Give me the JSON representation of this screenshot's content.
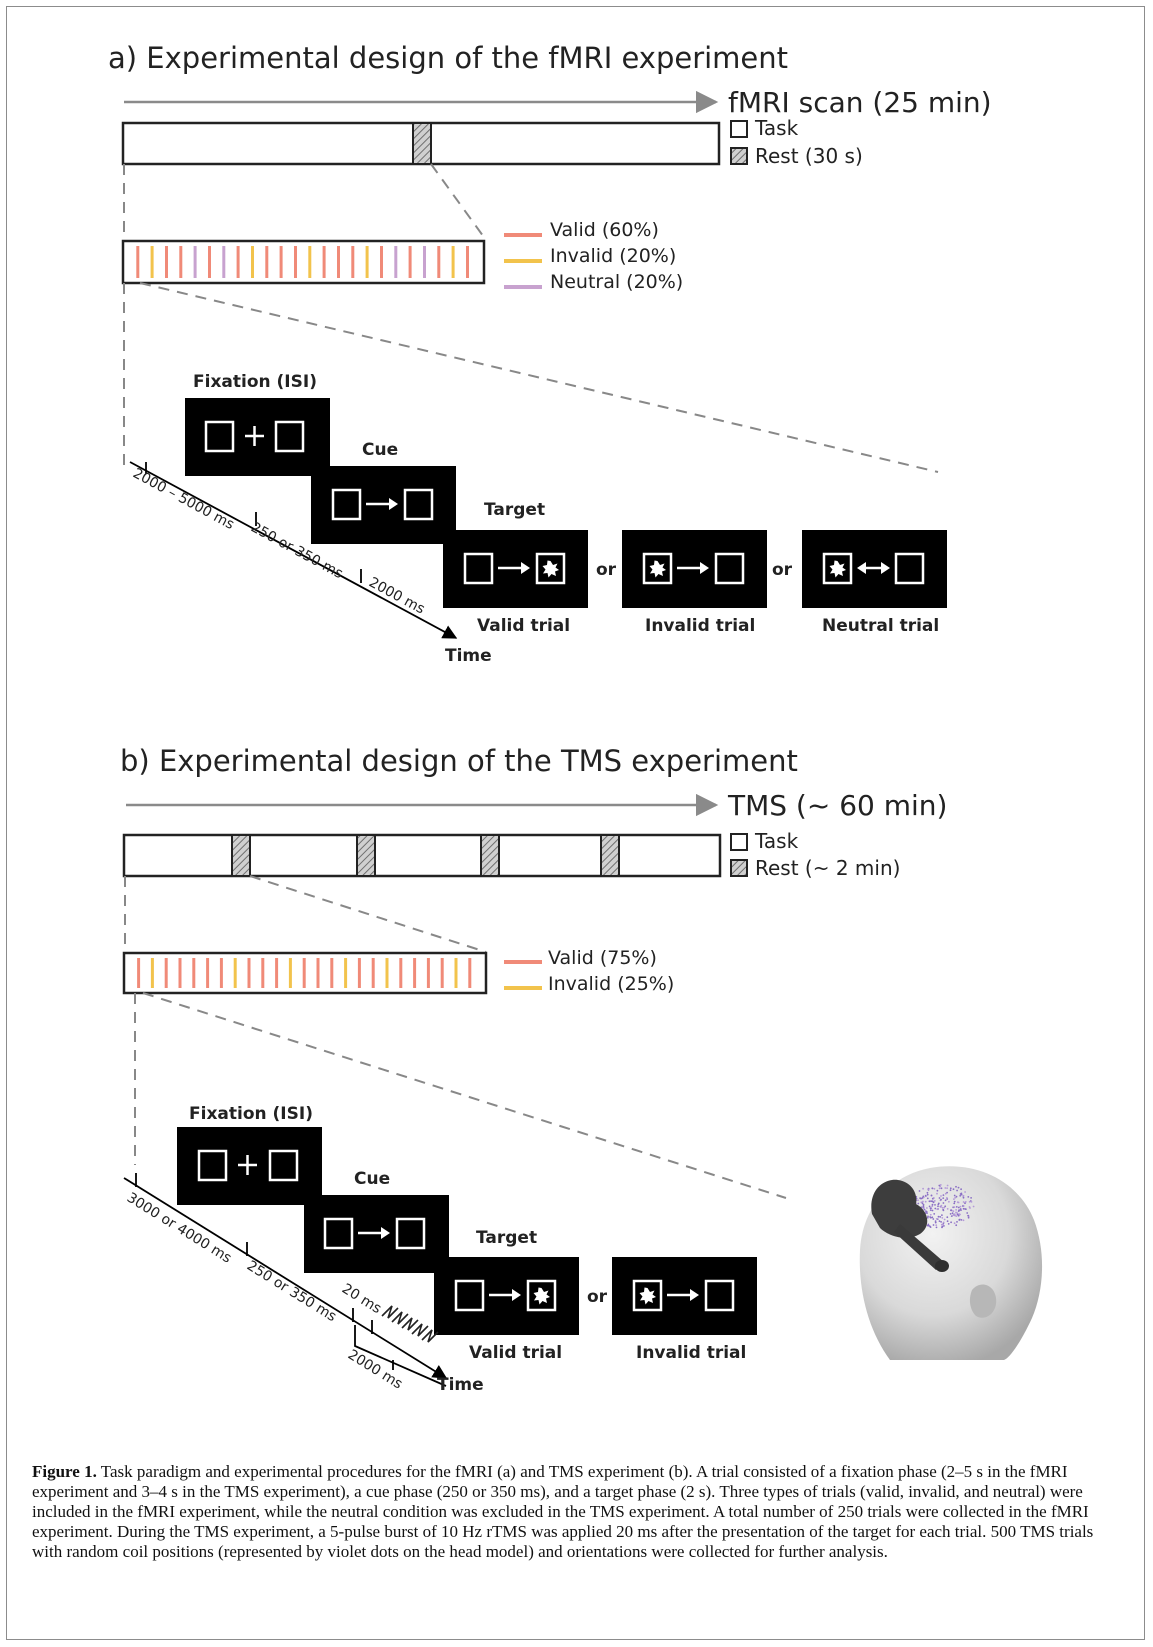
{
  "panel_a": {
    "title": "a) Experimental design of the fMRI experiment",
    "scan_label": "fMRI scan (25 min)",
    "legend_task": "Task",
    "legend_rest": "Rest (30 s)",
    "trial_types": [
      {
        "label": "Valid (60%)",
        "color": "#f08a78"
      },
      {
        "label": "Invalid (20%)",
        "color": "#f2c34c"
      },
      {
        "label": "Neutral (20%)",
        "color": "#c8a2cf"
      }
    ],
    "fixation_label": "Fixation (ISI)",
    "cue_label": "Cue",
    "target_label": "Target",
    "or_label": "or",
    "durations": [
      "2000 – 5000 ms",
      "250 or 350 ms",
      "2000 ms"
    ],
    "time_label": "Time",
    "trial_labels": [
      "Valid trial",
      "Invalid trial",
      "Neutral trial"
    ]
  },
  "panel_b": {
    "title": "b) Experimental design of the TMS experiment",
    "scan_label": "TMS (~ 60 min)",
    "legend_task": "Task",
    "legend_rest": "Rest (~ 2 min)",
    "trial_types": [
      {
        "label": "Valid (75%)",
        "color": "#f08a78"
      },
      {
        "label": "Invalid (25%)",
        "color": "#f2c34c"
      }
    ],
    "fixation_label": "Fixation (ISI)",
    "cue_label": "Cue",
    "target_label": "Target",
    "or_label": "or",
    "durations": [
      "3000 or 4000 ms",
      "250 or 350 ms",
      "20 ms",
      "2000 ms"
    ],
    "time_label": "Time",
    "trial_labels": [
      "Valid trial",
      "Invalid trial"
    ]
  },
  "caption": {
    "label": "Figure 1.",
    "text": " Task paradigm and experimental procedures for the fMRI (a) and TMS experiment (b). A trial consisted of a fixation phase (2–5 s in the fMRI experiment and 3–4 s in the TMS experiment), a cue phase (250 or 350 ms), and a target phase (2 s). Three types of trials (valid, invalid, and neutral) were included in the fMRI experiment, while the neutral condition was excluded in the TMS experiment. A total number of 250 trials were collected in the fMRI experiment. During the TMS experiment, a 5-pulse burst of 10 Hz rTMS was applied 20 ms after the presentation of the target for each trial. 500 TMS trials with random coil positions (represented by violet dots on the head model) and orientations were collected for further analysis."
  },
  "colors": {
    "valid": "#f08a78",
    "invalid": "#f2c34c",
    "neutral": "#c8a2cf",
    "arrow": "#8a8a8a"
  },
  "stripe_sequence_a": [
    "valid",
    "invalid",
    "valid",
    "valid",
    "neutral",
    "valid",
    "neutral",
    "valid",
    "invalid",
    "valid",
    "valid",
    "valid",
    "invalid",
    "valid",
    "valid",
    "valid",
    "invalid",
    "valid",
    "neutral",
    "valid",
    "neutral",
    "valid",
    "invalid",
    "valid"
  ],
  "stripe_sequence_b": [
    "valid",
    "invalid",
    "valid",
    "valid",
    "valid",
    "valid",
    "valid",
    "invalid",
    "valid",
    "valid",
    "valid",
    "invalid",
    "valid",
    "valid",
    "valid",
    "invalid",
    "valid",
    "valid",
    "invalid",
    "valid",
    "valid",
    "valid",
    "valid",
    "invalid",
    "valid"
  ]
}
